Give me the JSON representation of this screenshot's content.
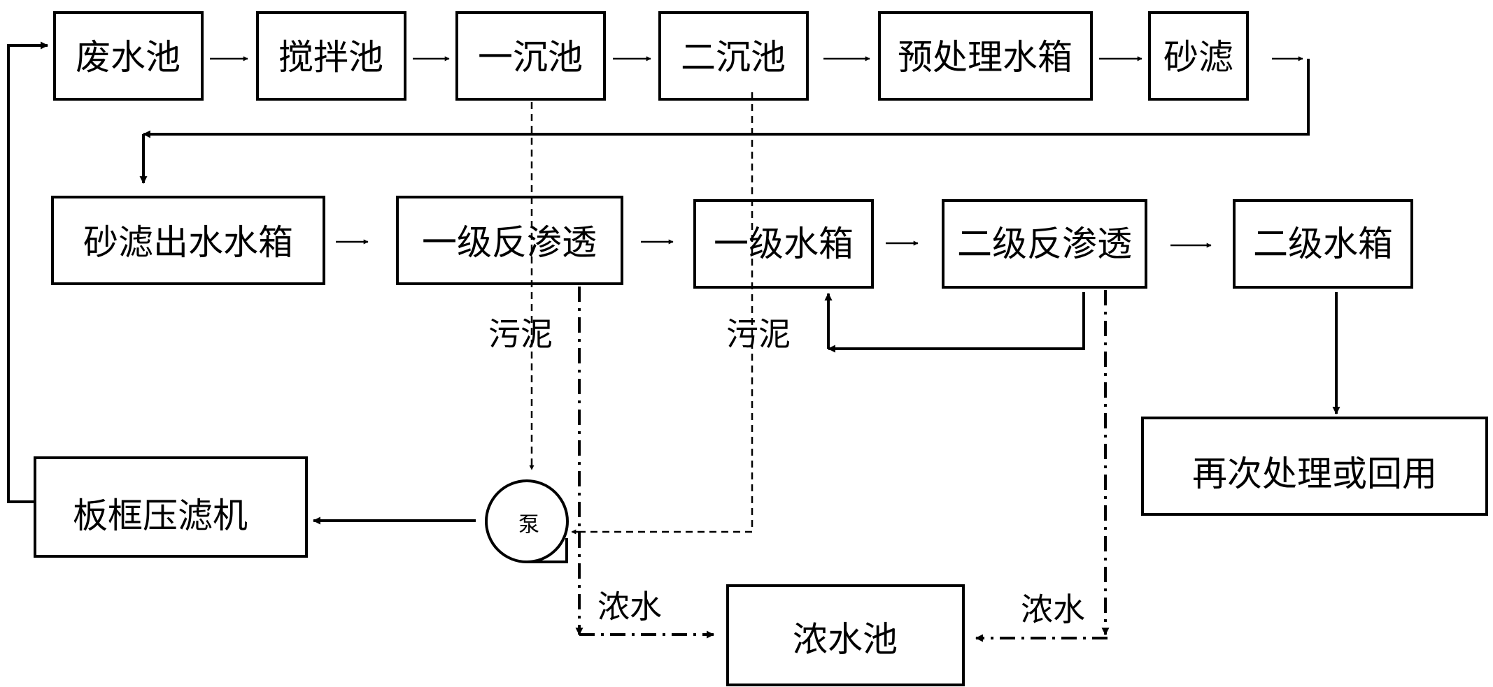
{
  "nodes": {
    "wastewater_pool": "废水池",
    "stirring_pool": "搅拌池",
    "primary_sedimentation": "一沉池",
    "secondary_sedimentation": "二沉池",
    "pretreatment_tank": "预处理水箱",
    "sand_filter": "砂滤",
    "sand_filter_outlet_tank": "砂滤出水水箱",
    "primary_ro": "一级反渗透",
    "primary_tank": "一级水箱",
    "secondary_ro": "二级反渗透",
    "secondary_tank": "二级水箱",
    "reuse": "再次处理或回用",
    "filter_press": "板框压滤机",
    "pump": "泵",
    "concentrate_pool": "浓水池"
  },
  "edge_labels": {
    "sludge_1": "污泥",
    "sludge_2": "污泥",
    "concentrate_1": "浓水",
    "concentrate_2": "浓水"
  }
}
